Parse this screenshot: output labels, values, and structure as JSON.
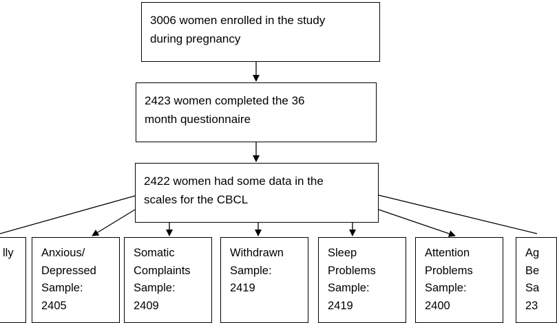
{
  "flowchart": {
    "boxes": {
      "enrolled": "3006 women enrolled in the study\nduring pregnancy",
      "completed": "2423 women completed the 36\nmonth questionnaire",
      "some_data": "2422 women had some data in the\nscales for the CBCL"
    },
    "leaves": [
      "lly",
      "Anxious/\nDepressed\nSample:\n2405",
      "Somatic\nComplaints\nSample:\n2409",
      "Withdrawn\nSample:\n2419",
      "Sleep\nProblems\nSample:\n2419",
      "Attention\nProblems\nSample:\n2400",
      "Ag\nBe\nSa\n23"
    ]
  }
}
